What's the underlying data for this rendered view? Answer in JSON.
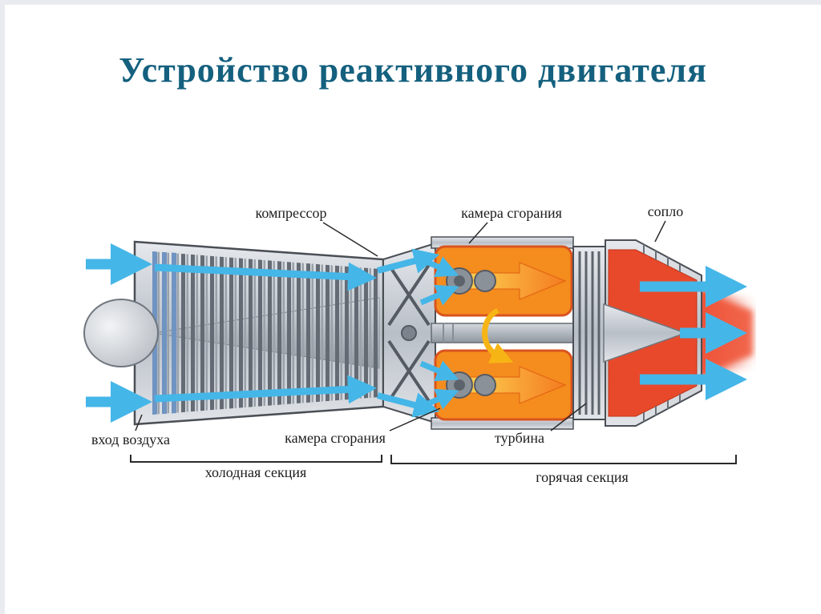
{
  "slide": {
    "title": "Устройство реактивного двигателя"
  },
  "diagram": {
    "top_labels": {
      "compressor": "компрессор",
      "combustion_chamber": "камера сгорания",
      "nozzle": "сопло"
    },
    "bottom_labels": {
      "air_inlet": "вход воздуха",
      "combustion_chamber": "камера сгорания",
      "turbine": "турбина"
    },
    "section_labels": {
      "cold": "холодная секция",
      "hot": "горячая секция"
    },
    "colors": {
      "title_text": "#14607E",
      "airflow_blue": "#45B6E8",
      "fan_blue": "#6F94C2",
      "engine_body_grey": "#BFC5CC",
      "combustor_orange": "#F58220",
      "flame_yellow": "#FFD94E",
      "exhaust_red": "#E8492B",
      "rotation_arrow_yellow": "#F7B515",
      "outline": "#4A4F55",
      "label_text": "#1C1C1C"
    }
  }
}
